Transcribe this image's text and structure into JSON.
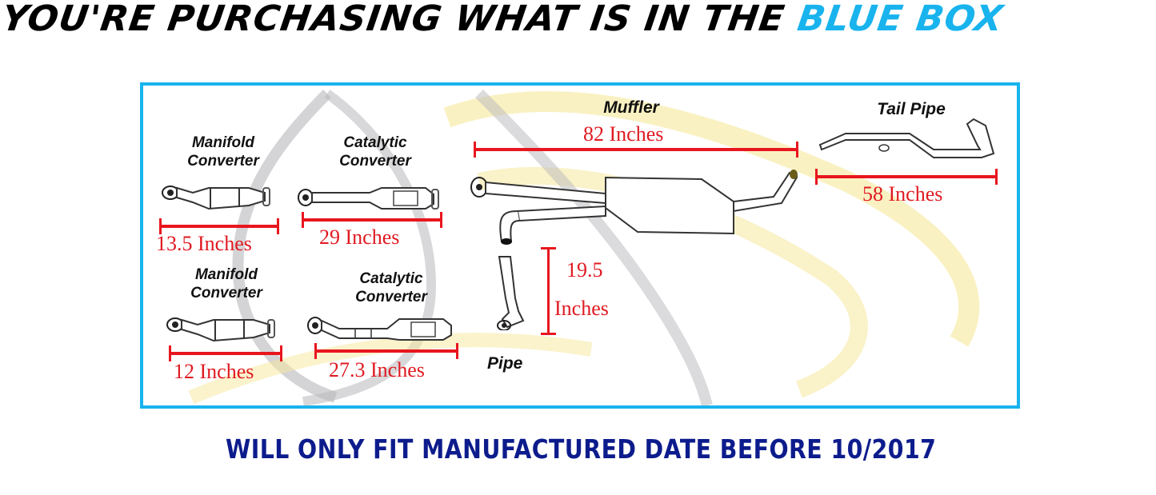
{
  "headline": {
    "prefix": "YOU'RE PURCHASING WHAT IS IN THE ",
    "highlight": "BLUE BOX",
    "highlight_color": "#19b3ee"
  },
  "diagram": {
    "border_color": "#19b3ee",
    "dimension_color": "#e01a22",
    "parts": [
      {
        "id": "manifold-converter-1",
        "name_line1": "Manifold",
        "name_line2": "Converter",
        "length": "13.5 Inches"
      },
      {
        "id": "catalytic-converter-1",
        "name_line1": "Catalytic",
        "name_line2": "Converter",
        "length": "29 Inches"
      },
      {
        "id": "manifold-converter-2",
        "name_line1": "Manifold",
        "name_line2": "Converter",
        "length": "12 Inches"
      },
      {
        "id": "catalytic-converter-2",
        "name_line1": "Catalytic",
        "name_line2": "Converter",
        "length": "27.3 Inches"
      },
      {
        "id": "muffler",
        "name_line1": "Muffler",
        "length": "82 Inches"
      },
      {
        "id": "tail-pipe",
        "name_line1": "Tail Pipe",
        "length": "58 Inches"
      },
      {
        "id": "pipe",
        "name_line1": "Pipe",
        "length_line1": "19.5",
        "length_line2": "Inches"
      }
    ]
  },
  "footer": {
    "text": "WILL ONLY FIT MANUFACTURED DATE BEFORE 10/2017",
    "color": "#0d1c8c"
  }
}
